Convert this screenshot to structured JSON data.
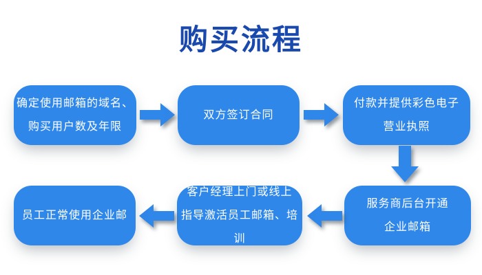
{
  "title": "购买流程",
  "colors": {
    "title_blue": "#1a49ae",
    "box_blue": "#2f87ea",
    "box_text": "#ffffff",
    "background": "#ffffff"
  },
  "flow": {
    "steps": [
      {
        "id": 1,
        "lines": [
          "确定使用邮箱的域名、",
          "购买用户数及年限"
        ]
      },
      {
        "id": 2,
        "lines": [
          "双方签订合同"
        ]
      },
      {
        "id": 3,
        "lines": [
          "付款并提供彩色电子",
          "营业执照"
        ]
      },
      {
        "id": 4,
        "lines": [
          "服务商后台开通",
          "企业邮箱"
        ]
      },
      {
        "id": 5,
        "lines": [
          "客户经理上门或线上",
          "指导激活员工邮箱、培训"
        ]
      },
      {
        "id": 6,
        "lines": [
          "员工正常使用企业邮"
        ]
      }
    ],
    "connectors": [
      {
        "from": 1,
        "to": 2,
        "direction": "right"
      },
      {
        "from": 2,
        "to": 3,
        "direction": "right"
      },
      {
        "from": 3,
        "to": 4,
        "direction": "down"
      },
      {
        "from": 4,
        "to": 5,
        "direction": "left"
      },
      {
        "from": 5,
        "to": 6,
        "direction": "left"
      }
    ]
  }
}
